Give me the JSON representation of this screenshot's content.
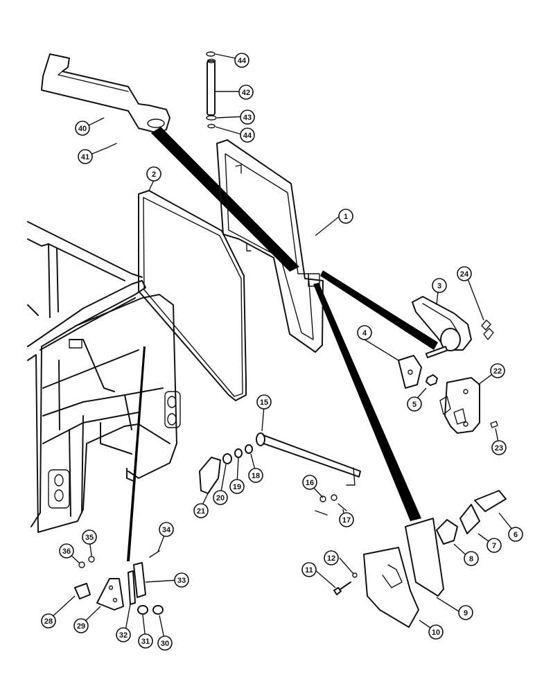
{
  "callouts": [
    {
      "id": "c1",
      "label": "1"
    },
    {
      "id": "c2",
      "label": "2"
    },
    {
      "id": "c3",
      "label": "3"
    },
    {
      "id": "c4",
      "label": "4"
    },
    {
      "id": "c5",
      "label": "5"
    },
    {
      "id": "c6",
      "label": "6"
    },
    {
      "id": "c7",
      "label": "7"
    },
    {
      "id": "c8",
      "label": "8"
    },
    {
      "id": "c9",
      "label": "9"
    },
    {
      "id": "c10",
      "label": "10"
    },
    {
      "id": "c11",
      "label": "11"
    },
    {
      "id": "c12",
      "label": "12"
    },
    {
      "id": "c15",
      "label": "15"
    },
    {
      "id": "c16",
      "label": "16"
    },
    {
      "id": "c17",
      "label": "17"
    },
    {
      "id": "c18",
      "label": "18"
    },
    {
      "id": "c19",
      "label": "19"
    },
    {
      "id": "c20",
      "label": "20"
    },
    {
      "id": "c21",
      "label": "21"
    },
    {
      "id": "c22",
      "label": "22"
    },
    {
      "id": "c23",
      "label": "23"
    },
    {
      "id": "c24",
      "label": "24"
    },
    {
      "id": "c28",
      "label": "28"
    },
    {
      "id": "c29",
      "label": "29"
    },
    {
      "id": "c30",
      "label": "30"
    },
    {
      "id": "c31",
      "label": "31"
    },
    {
      "id": "c32",
      "label": "32"
    },
    {
      "id": "c33",
      "label": "33"
    },
    {
      "id": "c34",
      "label": "34"
    },
    {
      "id": "c35",
      "label": "35"
    },
    {
      "id": "c36",
      "label": "36"
    },
    {
      "id": "c40",
      "label": "40"
    },
    {
      "id": "c41",
      "label": "41"
    },
    {
      "id": "c42",
      "label": "42"
    },
    {
      "id": "c43",
      "label": "43"
    },
    {
      "id": "c44a",
      "label": "44"
    },
    {
      "id": "c44b",
      "label": "44"
    }
  ]
}
